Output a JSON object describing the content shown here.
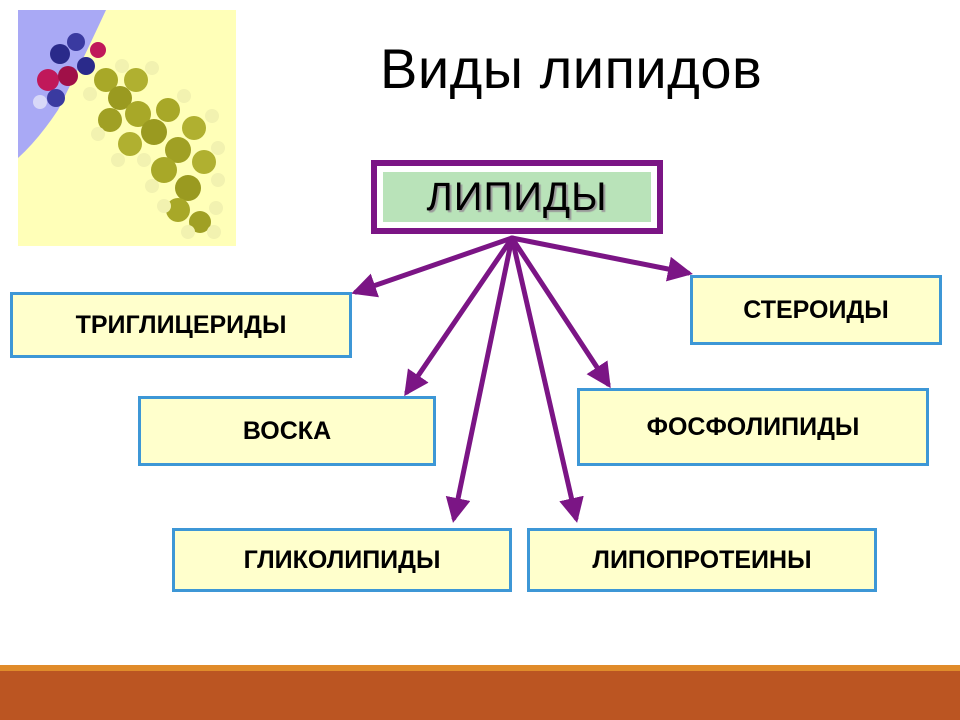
{
  "title": "Виды липидов",
  "root": {
    "label": "ЛИПИДЫ"
  },
  "nodes": {
    "triglycerides": "ТРИГЛИЦЕРИДЫ",
    "waxes": "ВОСКА",
    "glycolipids": "ГЛИКОЛИПИДЫ",
    "lipoproteins": "ЛИПОПРОТЕИНЫ",
    "phospholipids": "ФОСФОЛИПИДЫ",
    "steroids": "СТЕРОИДЫ"
  },
  "colors": {
    "root_border": "#7b1585",
    "root_fill": "#b9e3b9",
    "node_border": "#3d97d6",
    "node_fill": "#ffffcc",
    "arrow": "#7b1585",
    "footer_accent": "#e08b2a",
    "footer_bar": "#bb5522"
  }
}
